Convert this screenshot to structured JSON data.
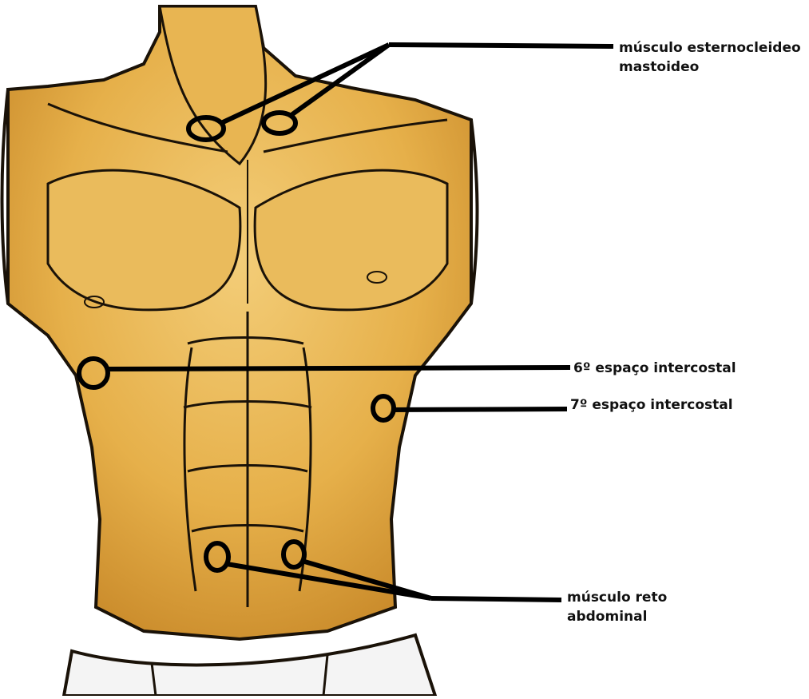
{
  "labels": {
    "scm_line1": "músculo esternocleideo",
    "scm_line2": "mastoideo",
    "intercostal_6": "6º espaço intercostal",
    "intercostal_7": "7º espaço intercostal",
    "rectus_line1": "músculo reto",
    "rectus_line2": "abdominal"
  },
  "colors": {
    "skin": "#e6b04a",
    "skin_shadow": "#c98a2a",
    "skin_highlight": "#f3cd78",
    "outline": "#1a1208",
    "pants": "#f4f4f4",
    "marker": "#000000"
  }
}
